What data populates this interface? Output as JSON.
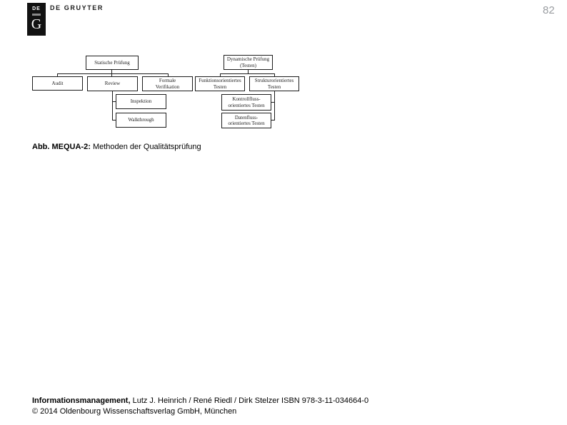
{
  "header": {
    "logo": {
      "top_text": "DE",
      "letter": "G",
      "brand": "DE GRUYTER"
    },
    "page_number": "82"
  },
  "diagram": {
    "nodes": {
      "statische": "Statische Prüfung",
      "dynamische": "Dynamische Prüfung\n(Testen)",
      "audit": "Audit",
      "review": "Review",
      "formale": "Formale\nVerifikation",
      "funktions": "Funktionsorientiertes\nTesten",
      "struktur": "Strukturorientiertes\nTesten",
      "inspektion": "Inspektion",
      "walkthrough": "Walkthrough",
      "kontroll": "Kontrollfluss-\norientiertes Testen",
      "datenfluss": "Datenfluss-\norientiertes Testen"
    },
    "hierarchy": {
      "Statische Prüfung": [
        "Audit",
        "Review",
        "Formale Verifikation"
      ],
      "Review": [
        "Inspektion",
        "Walkthrough"
      ],
      "Dynamische Prüfung (Testen)": [
        "Funktionsorientiertes Testen",
        "Strukturorientiertes Testen"
      ],
      "Strukturorientiertes Testen": [
        "Kontrollfluss-orientiertes Testen",
        "Datenfluss-orientiertes Testen"
      ]
    },
    "colors": {
      "box_border": "#1c1c1c",
      "box_fill": "#ffffff",
      "text": "#1c1c1c"
    }
  },
  "caption": {
    "label": "Abb. MEQUA-2:",
    "text": " Methoden der Qualitätsprüfung"
  },
  "footer": {
    "line1_bold": "Informationsmanagement,",
    "line1_rest": " Lutz J. Heinrich / René Riedl / Dirk Stelzer ISBN 978-3-11-034664-0",
    "line2": "© 2014 Oldenbourg Wissenschaftsverlag GmbH, München"
  }
}
